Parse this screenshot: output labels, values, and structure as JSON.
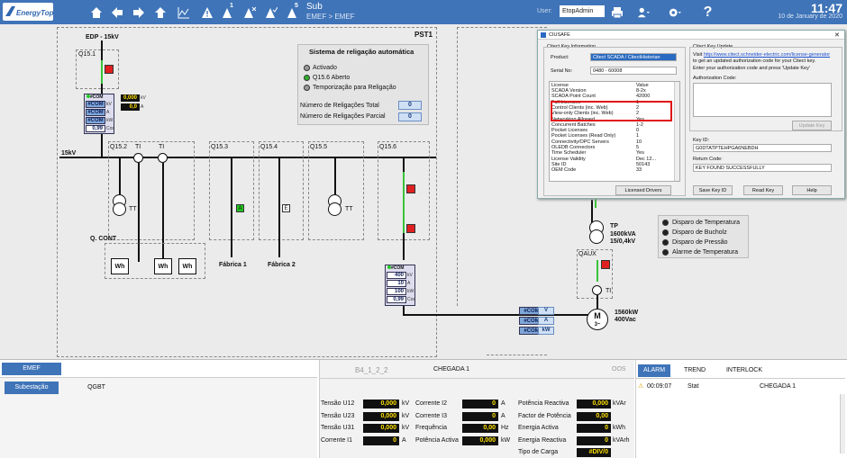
{
  "topbar": {
    "logo": "EnergyTop",
    "title": "Sub",
    "subtitle": "EMEF > EMEF",
    "user_label": "User:",
    "user_name": "EtopAdmin",
    "time": "11:47",
    "date": "10 de January de 2020",
    "badge_alarm": "1",
    "badge_events": "5"
  },
  "diagram": {
    "edp": "EDP - 15kV",
    "pst": "PST1",
    "bus_label": "15kV",
    "q151": "Q15.1",
    "q152": "Q15.2",
    "q153": "Q15.3",
    "q154": "Q15.4",
    "q155": "Q15.5",
    "q156": "Q15.6",
    "ti1": "TI",
    "ti2": "TI",
    "ti3": "TI",
    "tt1": "TT",
    "tt2": "TT",
    "qcont": "Q. CONT",
    "wh": "Wh",
    "fab1": "Fábrica 1",
    "fab2": "Fábrica 2",
    "a": "A",
    "e": "E",
    "meter1": {
      "com": "#COM",
      "rows": [
        [
          "#COM",
          "kV"
        ],
        [
          "#COM",
          "A"
        ],
        [
          "#COM",
          "kW"
        ],
        [
          "0,99",
          "Cos"
        ]
      ],
      "v1": "0,000",
      "u1": "kV",
      "v2": "0,0",
      "u2": "A"
    },
    "meter2": {
      "com": "#COM",
      "rows": [
        [
          "400",
          "kV"
        ],
        [
          "10",
          "A"
        ],
        [
          "100",
          "kW"
        ],
        [
          "0,99",
          "Cos"
        ]
      ]
    },
    "meter3": [
      [
        "#COM",
        "V"
      ],
      [
        "#COM",
        "A"
      ],
      [
        "#COM",
        "kW"
      ]
    ],
    "tp": "TP",
    "tp_spec1": "1600kVA",
    "tp_spec2": "15/0,4kV",
    "qaux": "QAUX",
    "ti4": "TI",
    "motor": "M",
    "motor_sub": "3~",
    "motor_spec1": "1560kW",
    "motor_spec2": "400Vac",
    "alarms": [
      "Disparo de Temperatura",
      "Disparo de Bucholz",
      "Disparo de Pressão",
      "Alarme de Temperatura"
    ]
  },
  "reclose": {
    "title": "Sistema de religação automática",
    "items": [
      "Activado",
      "Q15.6 Aberto",
      "Temporização para Religação"
    ],
    "total_label": "Número de Religações Total",
    "total": "0",
    "partial_label": "Número de Religações Parcial",
    "partial": "0"
  },
  "dialog": {
    "title": "CIUSAFE",
    "group1": "Citect Key Information",
    "product_label": "Product:",
    "product": "Citect SCADA / CitectHistorian",
    "serial_label": "Serial No:",
    "serial": "0480 - 60008",
    "col_license": "License",
    "col_value": "Value",
    "rows": [
      [
        "SCADA Version",
        "8-2x"
      ],
      [
        "SCADA Point Count",
        "42000"
      ],
      [
        "Full Licenses",
        "1"
      ],
      [
        "Control Clients (inc. Web)",
        "2"
      ],
      [
        "View-only Clients (inc. Web)",
        "2"
      ],
      [
        "Networking Allowed",
        "Yes"
      ],
      [
        "Concurrent Batches",
        "1-2"
      ],
      [
        "Pocket Licenses",
        "0"
      ],
      [
        "Pocket Licenses (Read Only)",
        "1"
      ],
      [
        "Connectivity/OPC Servers",
        "10"
      ],
      [
        "OLEDB Connectors",
        "5"
      ],
      [
        "Time Scheduler",
        "Yes"
      ],
      [
        "License Validity",
        "Dec 12..."
      ],
      [
        "Site ID",
        "50143"
      ],
      [
        "OEM Code",
        "33"
      ]
    ],
    "licensed_drivers": "Licensed Drivers",
    "group2": "Citect Key Update",
    "visit": "Visit",
    "url": "http://www.citect.schneider-electric.com/license-generator",
    "visit2": "to get an updated authorization code for your Citect key.",
    "enter": "Enter your authorization code and press 'Update Key'",
    "auth_label": "Authorization Code:",
    "update_key": "Update Key",
    "keyid_label": "Key ID:",
    "keyid": "G0DTATPTEHPGA6NEBDH",
    "return_label": "Return Code:",
    "return": "KEY FOUND SUCCESSFULLY",
    "save_key": "Save Key ID",
    "read_key": "Read Key",
    "help": "Help"
  },
  "panel": {
    "tab_emef": "EMEF",
    "sub_subestacao": "Subestação",
    "sub_qgbt": "QGBT",
    "breaker": "B4_1_2_2",
    "chegada": "CHEGADA 1",
    "oos": "OOS",
    "meas": [
      {
        "label": "Tensão U12",
        "value": "0,000",
        "unit": "kV"
      },
      {
        "label": "Tensão U23",
        "value": "0,000",
        "unit": "kV"
      },
      {
        "label": "Tensão U31",
        "value": "0,000",
        "unit": "kV"
      },
      {
        "label": "Corrente I1",
        "value": "0",
        "unit": "A"
      },
      {
        "label": "Corrente I2",
        "value": "0",
        "unit": "A"
      },
      {
        "label": "Corrente I3",
        "value": "0",
        "unit": "A"
      },
      {
        "label": "Frequência",
        "value": "0,00",
        "unit": "Hz"
      },
      {
        "label": "Potência Activa",
        "value": "0,000",
        "unit": "kW"
      },
      {
        "label": "Potência Reactiva",
        "value": "0,000",
        "unit": "kVAr"
      },
      {
        "label": "Factor de Potência",
        "value": "0,00",
        "unit": ""
      },
      {
        "label": "Energia Activa",
        "value": "0",
        "unit": "kWh"
      },
      {
        "label": "Energia Reactiva",
        "value": "0",
        "unit": "kVArh"
      },
      {
        "label": "Tipo de Carga",
        "value": "#DIV/0",
        "unit": ""
      }
    ],
    "tab_alarm": "ALARM",
    "tab_trend": "TREND",
    "tab_interlock": "INTERLOCK",
    "alarm_time": "00:09:07",
    "alarm_state": "Stat",
    "alarm_desc": "CHEGADA 1"
  }
}
